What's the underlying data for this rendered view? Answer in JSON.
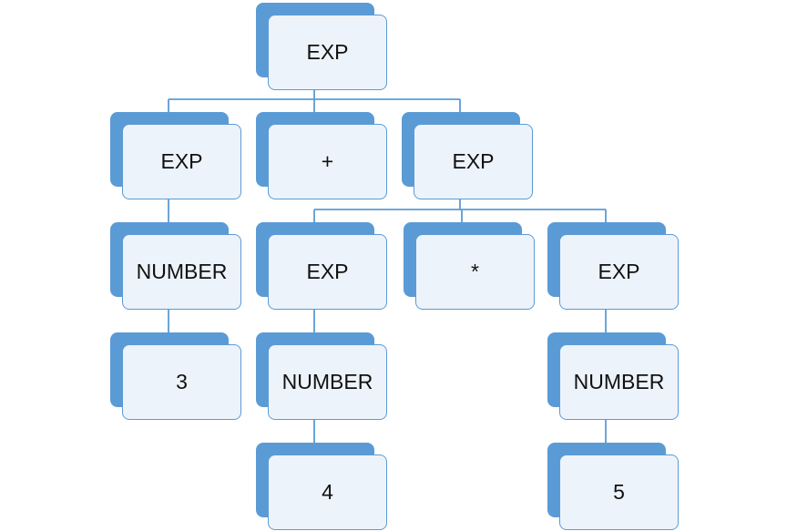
{
  "diagram": {
    "root": {
      "label": "EXP"
    },
    "left_exp": {
      "label": "EXP"
    },
    "plus": {
      "label": "+"
    },
    "right_exp": {
      "label": "EXP"
    },
    "left_number": {
      "label": "NUMBER"
    },
    "left_value": {
      "label": "3"
    },
    "mid_exp": {
      "label": "EXP"
    },
    "times": {
      "label": "*"
    },
    "far_exp": {
      "label": "EXP"
    },
    "mid_number": {
      "label": "NUMBER"
    },
    "mid_value": {
      "label": "4"
    },
    "far_number": {
      "label": "NUMBER"
    },
    "far_value": {
      "label": "5"
    }
  },
  "colors": {
    "node_fill_dark": "#5b9bd5",
    "node_fill_light": "#edf3fa",
    "connector": "#5b9bd5",
    "text": "#111111"
  }
}
